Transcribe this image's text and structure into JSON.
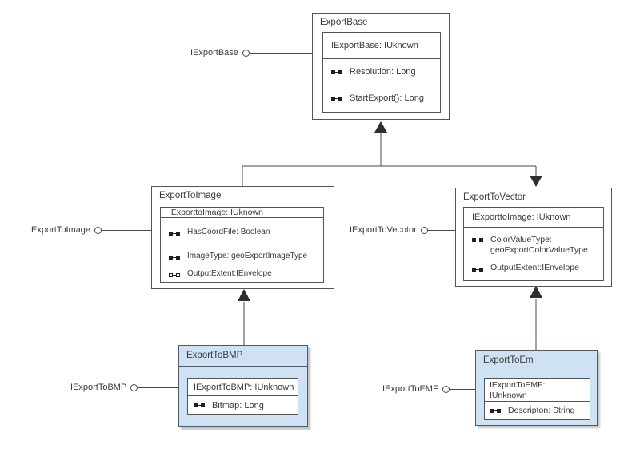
{
  "classes": {
    "export_base": {
      "title": "ExportBase",
      "interface_header": "IExportBase: IUknown",
      "members": [
        {
          "label": "Resolution: Long"
        },
        {
          "label": "StartExport(): Long"
        }
      ]
    },
    "export_to_image": {
      "title": "ExportToImage",
      "interface_header": "IExporttoImage: IUknown",
      "members": [
        {
          "label": "HasCoordFile: Boolean"
        },
        {
          "label": "ImageType: geoExportImageType"
        },
        {
          "label": "OutputExtent:IEnvelope"
        }
      ]
    },
    "export_to_vector": {
      "title": "ExportToVector",
      "interface_header": "IExporttoImage: IUknown",
      "members": [
        {
          "label": "ColorValueType: geoExportColorValueType"
        },
        {
          "label": "OutputExtent:IEnvelope"
        }
      ]
    },
    "export_to_bmp": {
      "title": "ExportToBMP",
      "interface_header": "IExportToBMP: IUnknown",
      "members": [
        {
          "label": "Bitmap: Long"
        }
      ]
    },
    "export_to_emf": {
      "title": "ExportToEm",
      "interface_header": "IExportToEMF: IUnknown",
      "members": [
        {
          "label": "Descripton: String"
        }
      ]
    }
  },
  "lollipops": {
    "export_base": {
      "label": "IExportBase"
    },
    "export_to_image": {
      "label": "IExportToImage"
    },
    "export_to_vector": {
      "label": "IExportToVecotor"
    },
    "export_to_bmp": {
      "label": "IExportToBMP"
    },
    "export_to_emf": {
      "label": "IExportToEMF"
    }
  },
  "icons": {
    "property_filled": "filled-square-bar-square",
    "property_open": "open-square-bar-square",
    "interface_lollipop": "circle-on-stick"
  },
  "colors": {
    "line": "#4a4a4a",
    "arrowhead": "#2f2f2f",
    "class_border": "#545454",
    "class_fill": "#ffffff",
    "highlight_fill": "#cfe2f4",
    "highlight_border": "#4e5a66",
    "text": "#3a3a3a"
  }
}
